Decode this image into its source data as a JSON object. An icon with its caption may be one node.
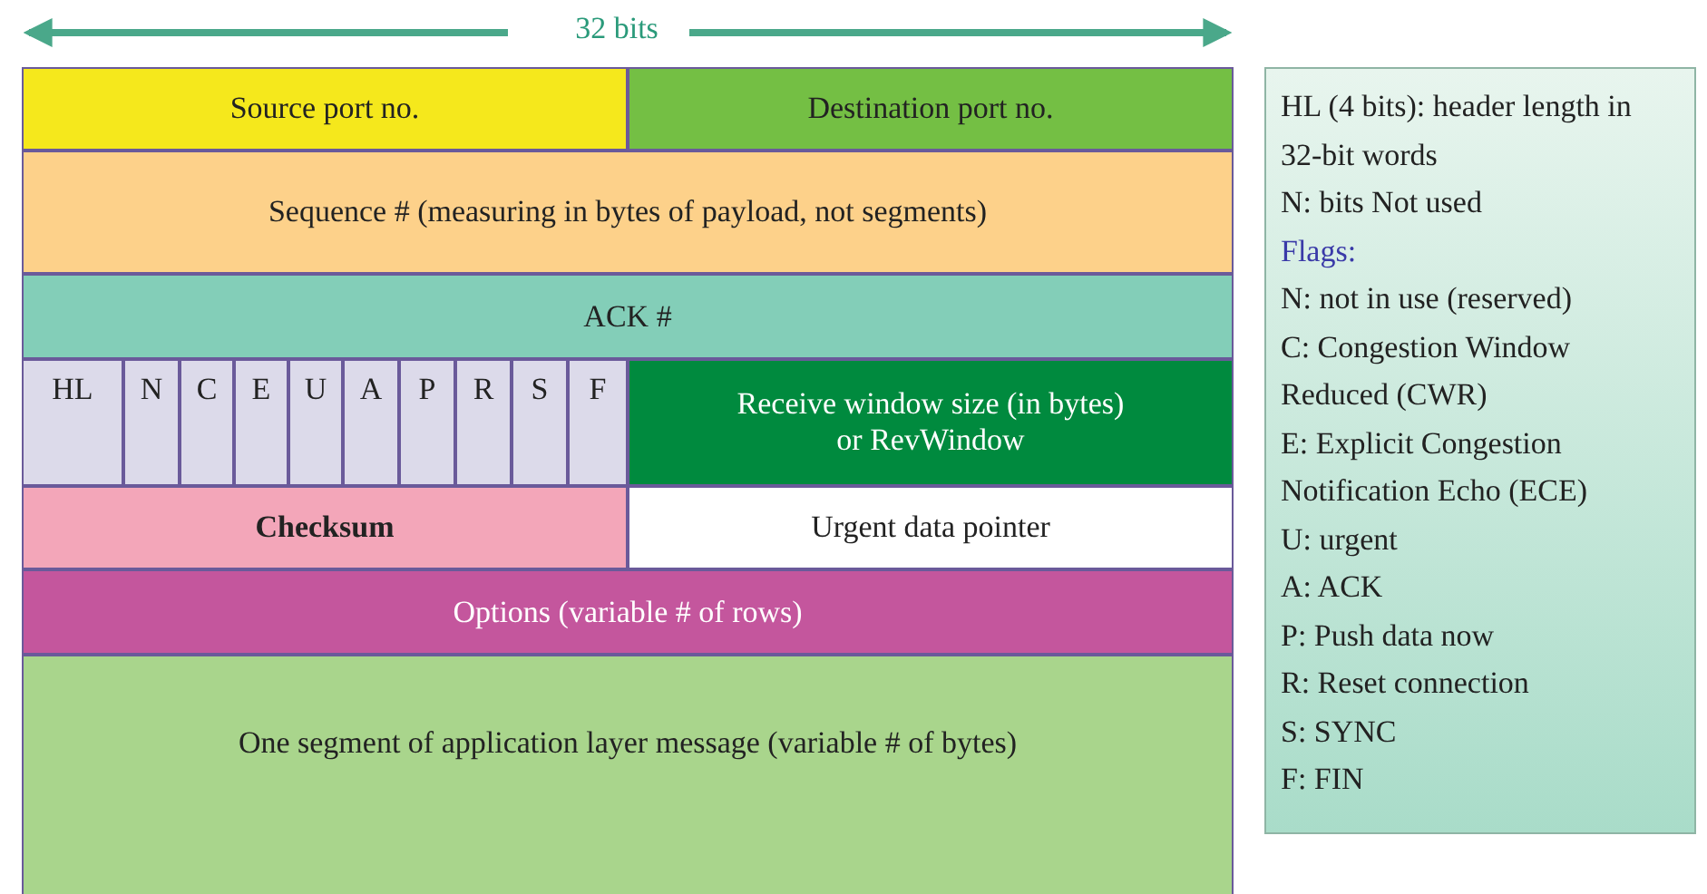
{
  "diagram": {
    "nodes": [
      {
        "text": [
          "Source port no."
        ]
      },
      {
        "text": [
          "Destination port no."
        ]
      },
      {
        "text": [
          "Sequence # (measuring in bytes of payload, not segments)"
        ]
      },
      {
        "text": [
          "ACK #"
        ]
      },
      {
        "text": [
          "HL"
        ]
      },
      {
        "text": [
          "N"
        ]
      },
      {
        "text": [
          "C"
        ]
      },
      {
        "text": [
          "E"
        ]
      },
      {
        "text": [
          "U"
        ]
      },
      {
        "text": [
          "A"
        ]
      },
      {
        "text": [
          "P"
        ]
      },
      {
        "text": [
          "R"
        ]
      },
      {
        "text": [
          "S"
        ]
      },
      {
        "text": [
          "F"
        ]
      },
      {
        "text": [
          "Receive window size (in bytes) or RevWindow"
        ]
      },
      {
        "text": [
          "Checksum"
        ]
      },
      {
        "text": [
          "Urgent data pointer"
        ]
      },
      {
        "text": [
          "Options (variable # of rows)"
        ]
      },
      {
        "text": [
          "One segment of application layer message (variable # of bytes)"
        ]
      },
      {
        "text": [
          "HL (4 bits): header length in 32-bit words",
          "N: bits Not used",
          "Flags:",
          "N: not in use (reserved)",
          "C: Congestion Window Reduced (CWR)",
          "E: Explicit Congestion Notification Echo (ECE)",
          "U: urgent",
          "A: ACK",
          "P: Push data now",
          "R: Reset connection",
          "S: SYNC",
          "F: FIN"
        ]
      }
    ],
    "edges": [],
    "labels": [
      "32 bits"
    ]
  }
}
